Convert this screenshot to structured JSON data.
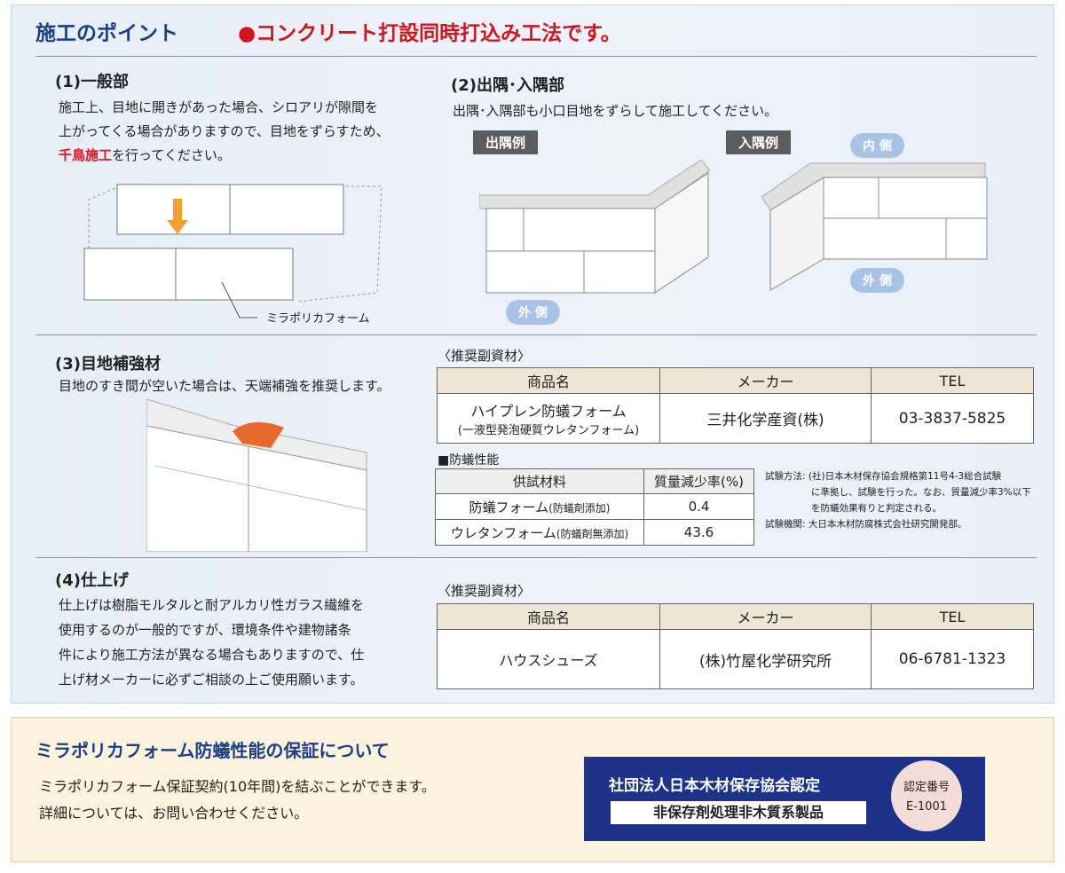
{
  "header": {
    "title": "施工のポイント",
    "lead": "●コンクリート打設同時打込み工法です。"
  },
  "s1": {
    "heading": "(1)一般部",
    "text1": "施工上、目地に開きがあった場合、シロアリが隙間を",
    "text2": "上がってくる場合がありますので、目地をずらすため、",
    "emph": "千鳥施工",
    "text3": "を行ってください。",
    "caption": "ミラポリカフォーム"
  },
  "s2": {
    "heading": "(2)出隅･入隅部",
    "text": "出隅･入隅部も小口目地をずらして施工してください。",
    "label_out": "出隅例",
    "label_in": "入隅例",
    "pill_outer1": "外 側",
    "pill_inner": "内 側",
    "pill_outer2": "外 側"
  },
  "s3": {
    "heading": "(3)目地補強材",
    "text": "目地のすき間が空いた場合は、天端補強を推奨します。",
    "rec_title": "〈推奨副資材〉",
    "table": {
      "headers": [
        "商品名",
        "メーカー",
        "TEL"
      ],
      "product": "ハイプレン防蟻フォーム",
      "product_sub": "(一液型発泡硬質ウレタンフォーム)",
      "maker": "三井化学産資(株)",
      "tel": "03-3837-5825"
    },
    "perf_title": "■防蟻性能",
    "perf": {
      "headers": [
        "供試材料",
        "質量減少率(%)"
      ],
      "rows": [
        {
          "name": "防蟻フォーム",
          "note": "(防蟻剤添加)",
          "value": "0.4"
        },
        {
          "name": "ウレタンフォーム",
          "note": "(防蟻剤無添加)",
          "value": "43.6"
        }
      ]
    },
    "method_label": "試験方法:",
    "method1": "(社)日本木材保存協会規格第11号4-3総合試験",
    "method2": "に準拠し、試験を行った。なお、質量減少率3%以下",
    "method3": "を防蟻効果有りと判定される。",
    "org_label": "試験機関:",
    "org": "大日本木材防腐株式会社研究開発部。"
  },
  "s4": {
    "heading": "(4)仕上げ",
    "lines": [
      "仕上げは樹脂モルタルと耐アルカリ性ガラス繊維を",
      "使用するのが一般的ですが、環境条件や建物諸条",
      "件により施工方法が異なる場合もありますので、仕",
      "上げ材メーカーに必ずご相談の上ご使用願います。"
    ],
    "rec_title": "〈推奨副資材〉",
    "table": {
      "headers": [
        "商品名",
        "メーカー",
        "TEL"
      ],
      "product": "ハウスシューズ",
      "maker": "(株)竹屋化学研究所",
      "tel": "06-6781-1323"
    }
  },
  "warranty": {
    "title": "ミラポリカフォーム防蟻性能の保証について",
    "line1": "ミラポリカフォーム保証契約(10年間)を結ぶことができます。",
    "line2": "詳細については、お問い合わせください。",
    "cert_title": "社団法人日本木材保存協会認定",
    "cert_sub": "非保存剤処理非木質系製品",
    "cert_no_label": "認定番号",
    "cert_no": "E-1001"
  },
  "colors": {
    "brand_blue": "#1b3f86",
    "red": "#d4141d",
    "cert_blue": "#1d3389"
  }
}
